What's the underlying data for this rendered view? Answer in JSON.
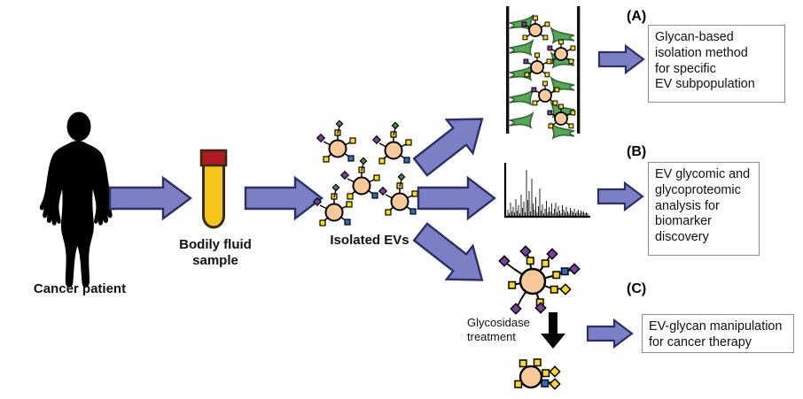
{
  "diagram": {
    "title_present": false,
    "labels": {
      "patient": "Cancer patient",
      "sample": "Bodily fluid\nsample",
      "sample_line1": "Bodily fluid",
      "sample_line2": "sample",
      "isolated_evs": "Isolated EVs",
      "glycosidase_line1": "Glycosidase",
      "glycosidase_line2": "treatment"
    },
    "panels": [
      {
        "tag": "(A)",
        "text": "Glycan-based isolation method for specific EV subpopulation",
        "lines": [
          "Glycan-based",
          "isolation method",
          "for specific",
          "EV subpopulation"
        ]
      },
      {
        "tag": "(B)",
        "text": "EV glycomic and glycoproteomic analysis for biomarker discovery",
        "lines": [
          "EV glycomic and",
          "glycoproteomic",
          "analysis for",
          "biomarker",
          "discovery"
        ]
      },
      {
        "tag": "(C)",
        "text": "EV-glycan manipulation for cancer therapy",
        "lines": [
          "EV-glycan manipulation",
          "for cancer therapy"
        ]
      }
    ],
    "icons": {
      "patient": "human-silhouette-icon",
      "tube": "blood-collection-tube-icon",
      "ev": "extracellular-vesicle-glycan-icon",
      "lectin": "lectin-capture-icon",
      "spectrum": "mass-spectrum-icon",
      "down_arrow": "down-arrow-icon",
      "flow_arrow": "right-arrow-icon"
    },
    "colors": {
      "arrow_fill": "#7b7fc4",
      "arrow_stroke": "#2d2f6b",
      "silhouette": "#000000",
      "tube_cap": "#b01a22",
      "tube_liquid": "#f5c518",
      "tube_outline": "#3a2a08",
      "ev_core": "#f8c99a",
      "ev_outline": "#000000",
      "glycan_yellow": "#ffd91c",
      "glycan_blue": "#2a6fc0",
      "glycan_purple": "#7b3fa0",
      "glycan_green": "#3f8f3f",
      "lectin_green": "#55a855",
      "lectin_green_dark": "#2f6b2f",
      "column_wall": "#111111",
      "box_border": "#8d8d8d",
      "spectrum": "#000000",
      "background": "#ffffff"
    }
  }
}
